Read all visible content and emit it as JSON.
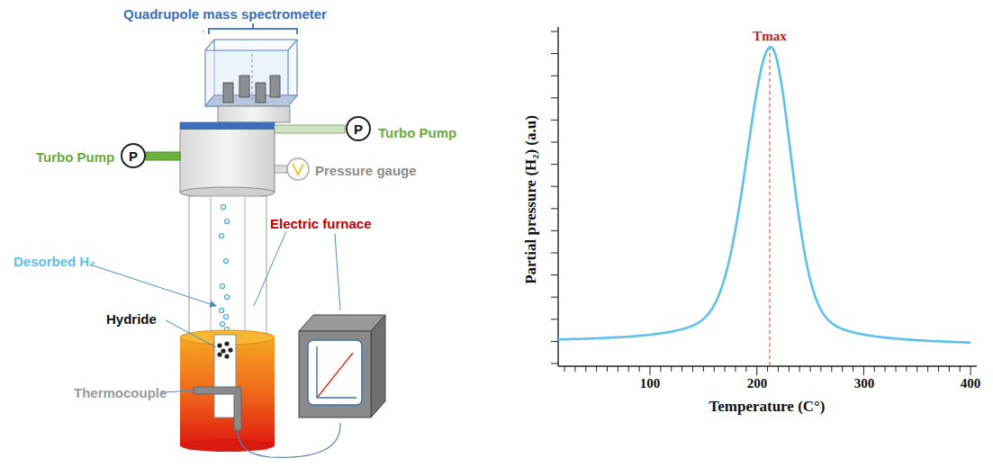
{
  "diagram": {
    "nodes": [
      {
        "text": [
          "P"
        ]
      },
      {
        "text": [
          "P"
        ]
      }
    ],
    "labels": [
      "Quadrupole mass spectrometer",
      "Turbo Pump",
      "Turbo Pump",
      "Pressure gauge",
      "Desorbed H₂",
      "Electric furnace",
      "Hydride",
      "Thermocouple",
      "Tmax",
      "Partial pressure (H₂) (a.u)",
      "100",
      "200",
      "300",
      "400",
      "Temperature (C°)"
    ]
  }
}
